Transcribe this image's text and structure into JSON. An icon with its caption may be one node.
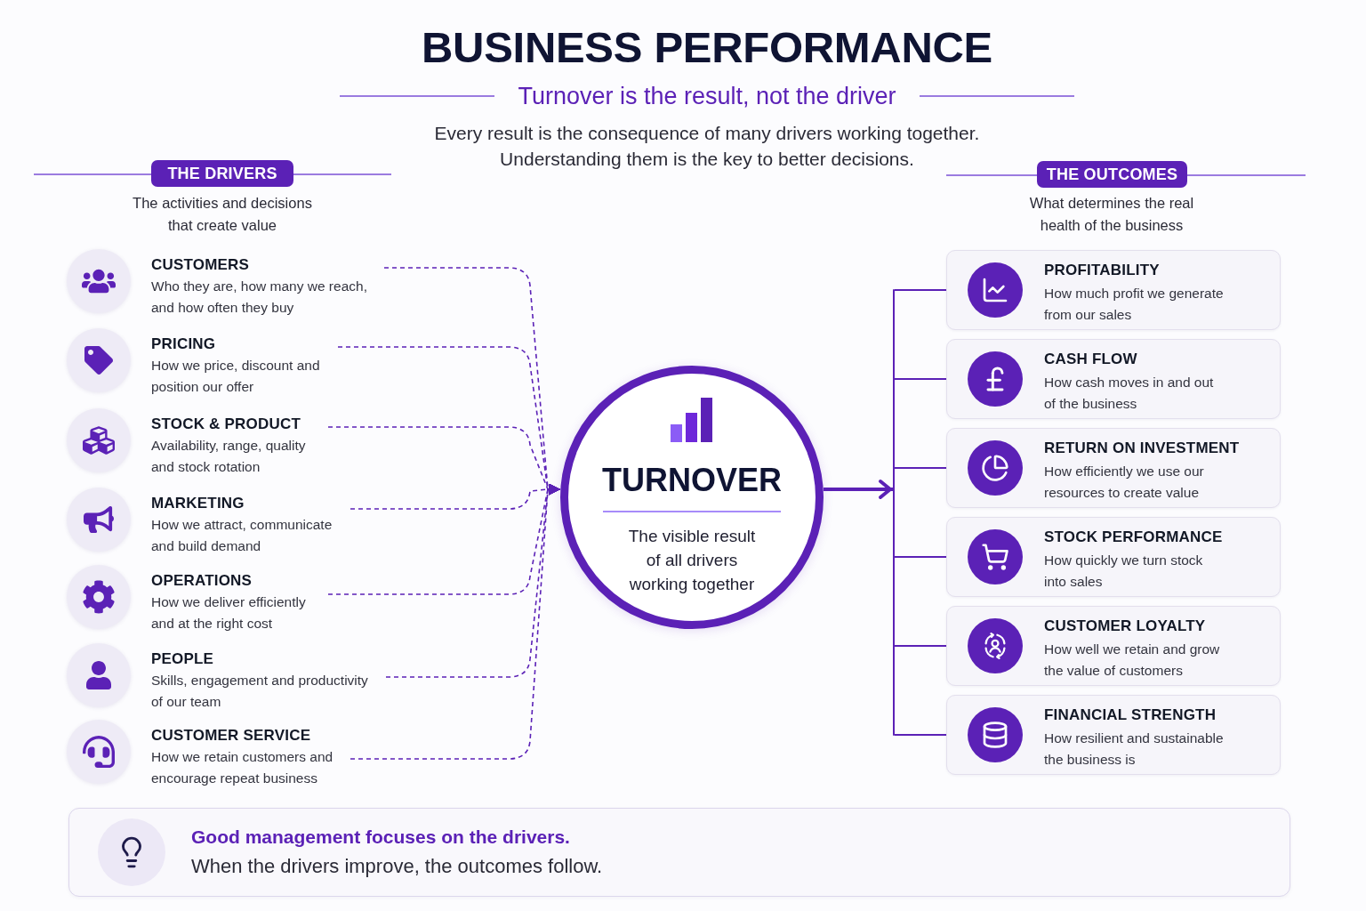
{
  "diagram": {
    "title": "BUSINESS PERFORMANCE",
    "nodes": [
      {
        "text": [
          "THE DRIVERS"
        ],
        "beside": [
          "The activities and decisions that create value"
        ]
      },
      {
        "text": [
          "CUSTOMERS",
          "Who they are, how many we reach, and how often they buy"
        ]
      },
      {
        "text": [
          "PRICING",
          "How we price, discount and position our offer"
        ]
      },
      {
        "text": [
          "STOCK & PRODUCT",
          "Availability, range, quality and stock rotation"
        ]
      },
      {
        "text": [
          "MARKETING",
          "How we attract, communicate and build demand"
        ]
      },
      {
        "text": [
          "OPERATIONS",
          "How we deliver efficiently and at the right cost"
        ]
      },
      {
        "text": [
          "PEOPLE",
          "Skills, engagement and productivity of our team"
        ]
      },
      {
        "text": [
          "CUSTOMER SERVICE",
          "How we retain customers and encourage repeat business"
        ]
      },
      {
        "text": [
          "TURNOVER",
          "The visible result of all drivers working together"
        ]
      },
      {
        "text": [
          "THE OUTCOMES"
        ],
        "beside": [
          "What determines the real health of the business"
        ]
      },
      {
        "text": [
          "PROFITABILITY",
          "How much profit we generate from our sales"
        ]
      },
      {
        "text": [
          "CASH FLOW",
          "How cash moves in and out of the business"
        ]
      },
      {
        "text": [
          "RETURN ON INVESTMENT",
          "How efficiently we use our resources to create value"
        ]
      },
      {
        "text": [
          "STOCK PERFORMANCE",
          "How quickly we turn stock into sales"
        ]
      },
      {
        "text": [
          "CUSTOMER LOYALTY",
          "How well we retain and grow the value of customers"
        ]
      },
      {
        "text": [
          "FINANCIAL STRENGTH",
          "How resilient and sustainable the business is"
        ]
      },
      {
        "text": [
          "Good management focuses on the drivers.",
          "When the drivers improve, the outcomes follow."
        ]
      },
      {
        "text": [],
        "shape": "bar"
      }
    ],
    "edges": [
      {
        "from": 1,
        "to": 8,
        "arrow": "to",
        "style": "dashed"
      },
      {
        "from": 2,
        "to": 8,
        "arrow": "to",
        "style": "dashed"
      },
      {
        "from": 3,
        "to": 8,
        "arrow": "to",
        "style": "dashed"
      },
      {
        "from": 4,
        "to": 8,
        "arrow": "to",
        "style": "dashed"
      },
      {
        "from": 5,
        "to": 8,
        "arrow": "to",
        "style": "dashed"
      },
      {
        "from": 6,
        "to": 8,
        "arrow": "to",
        "style": "dashed"
      },
      {
        "from": 7,
        "to": 8,
        "arrow": "to",
        "style": "dashed"
      },
      {
        "from": 8,
        "to": 17,
        "arrow": "to",
        "style": "thick"
      },
      {
        "from": 17,
        "to": 10,
        "arrow": "none"
      },
      {
        "from": 17,
        "to": 11,
        "arrow": "none"
      },
      {
        "from": 17,
        "to": 12,
        "arrow": "none"
      },
      {
        "from": 17,
        "to": 13,
        "arrow": "none"
      },
      {
        "from": 17,
        "to": 14,
        "arrow": "none"
      },
      {
        "from": 17,
        "to": 15,
        "arrow": "none"
      }
    ],
    "labels": [
      "Turnover is the result, not the driver",
      "Every result is the consequence of many drivers working together. Understanding them is the key to better decisions."
    ]
  }
}
